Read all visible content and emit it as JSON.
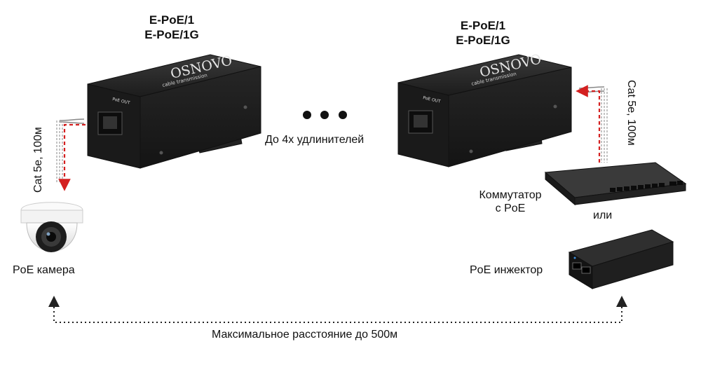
{
  "diagram": {
    "left_extender": {
      "model_line1": "E-PoE/1",
      "model_line2": "E-PoE/1G",
      "brand": "OSNOVO",
      "brand_sub": "cable transmission",
      "port_label": "PoE OUT"
    },
    "right_extender": {
      "model_line1": "E-PoE/1",
      "model_line2": "E-PoE/1G",
      "brand": "OSNOVO",
      "brand_sub": "cable transmission",
      "port_label": "PoE OUT"
    },
    "middle_label": "До 4х удлинителей",
    "left_cable_label": "Cat 5e, 100м",
    "right_cable_label": "Cat 5e, 100м",
    "camera_label": "PoE камера",
    "switch_label_line1": "Коммутатор",
    "switch_label_line2": "с PoE",
    "or_label": "или",
    "injector_label": "PoE инжектор",
    "distance_label": "Максимальное расстояние до 500м",
    "colors": {
      "arrow_red": "#d42020",
      "device_body": "#2b2b2b",
      "dotted_line": "#222222"
    },
    "icons": [
      "extender-device",
      "dome-camera-icon",
      "poe-switch-icon",
      "poe-injector-icon"
    ]
  }
}
